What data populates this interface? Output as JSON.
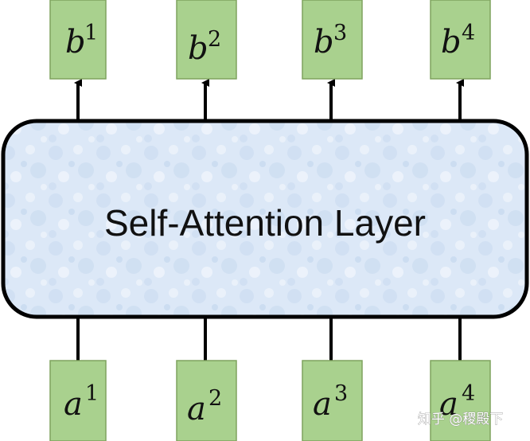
{
  "layer": {
    "label": "Self-Attention Layer"
  },
  "outputs": [
    {
      "base": "b",
      "sup": "1"
    },
    {
      "base": "b",
      "sup": "2"
    },
    {
      "base": "b",
      "sup": "3"
    },
    {
      "base": "b",
      "sup": "4"
    }
  ],
  "inputs": [
    {
      "base": "a",
      "sup": "1"
    },
    {
      "base": "a",
      "sup": "2"
    },
    {
      "base": "a",
      "sup": "3"
    },
    {
      "base": "a",
      "sup": "4"
    }
  ],
  "watermark": {
    "text": "知乎 @稷殿下"
  },
  "colors": {
    "box_fill": "#a9d18e",
    "box_stroke": "#7fa35f",
    "layer_fill": "#dbe7f6",
    "layer_stroke": "#000000",
    "arrow": "#000000"
  }
}
